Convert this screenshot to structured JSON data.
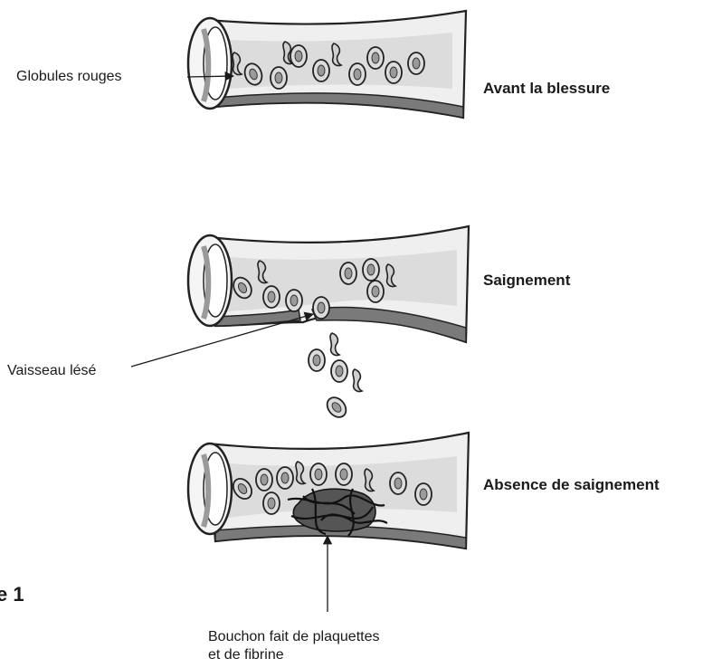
{
  "labels": {
    "red_cells": "Globules rouges",
    "before": "Avant la blessure",
    "bleeding": "Saignement",
    "damaged_vessel": "Vaisseau lésé",
    "no_bleeding": "Absence de saignement",
    "plug_line1": "Bouchon fait de plaquettes",
    "plug_line2": "et de fibrine",
    "figure": "e 1"
  }
}
